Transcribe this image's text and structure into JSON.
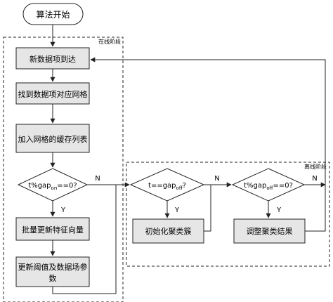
{
  "start": {
    "label": "算法开始"
  },
  "online_phase": {
    "label": "在线阶段"
  },
  "offline_phase": {
    "label": "离线阶段"
  },
  "online_steps": [
    {
      "label": "新数据项到达"
    },
    {
      "label": "找到数据项对应网格"
    },
    {
      "label": "加入网格的缓存列表"
    }
  ],
  "decision_online": {
    "prefix": "t%gap",
    "sub": "on",
    "suffix": "==0?"
  },
  "online_update_steps": [
    {
      "label_lines": [
        "批量更新特征向量"
      ]
    },
    {
      "label_lines": [
        "更新阈值及数据场参",
        "数"
      ]
    }
  ],
  "decision_offline_init": {
    "prefix": "t==gap",
    "sub": "off",
    "suffix": "?"
  },
  "decision_offline_adjust": {
    "prefix": "t%gap",
    "sub": "off",
    "suffix": "==0?"
  },
  "offline_steps": [
    {
      "label": "初始化聚类簇"
    },
    {
      "label": "调整聚类结果"
    }
  ],
  "edge_labels": {
    "yes": "Y",
    "no": "N"
  },
  "colors": {
    "stroke": "#222222",
    "box_fill": "#e6e6e6",
    "background": "#ffffff",
    "text": "#111111"
  }
}
